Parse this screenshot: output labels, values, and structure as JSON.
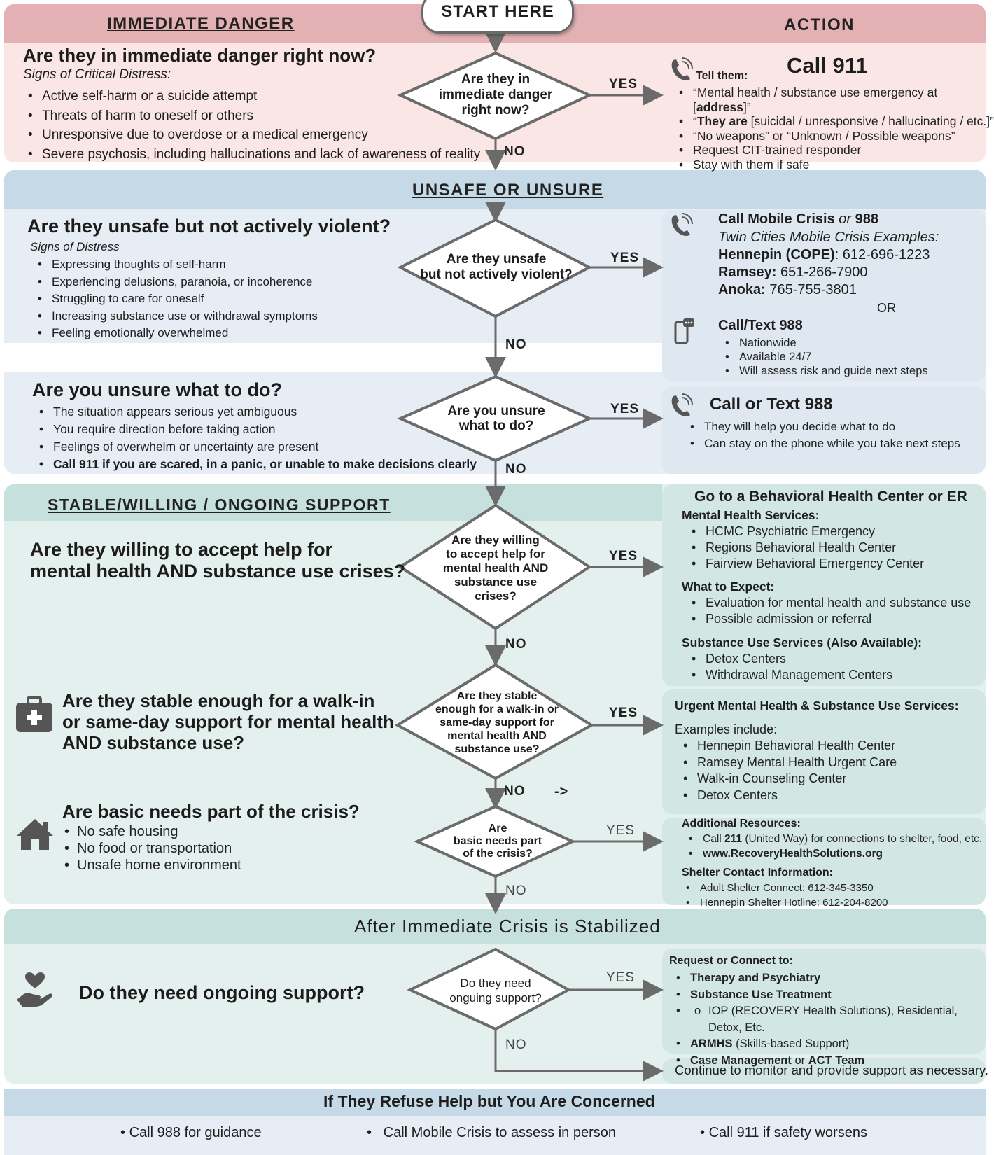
{
  "start_label": "START HERE",
  "connector_labels": {
    "yes": "YES",
    "no": "NO",
    "arrow_note": "->"
  },
  "section1": {
    "header_left": "IMMEDIATE DANGER",
    "header_right": "ACTION",
    "question": "Are they in immediate danger right now?",
    "subtitle": "Signs of Critical Distress:",
    "signs": [
      "Active self-harm or a suicide attempt",
      "Threats of harm to oneself or others",
      "Unresponsive due to overdose or a medical emergency",
      "Severe psychosis, including hallucinations and lack of awareness of reality"
    ],
    "diamond": [
      "Are they in",
      "immediate danger",
      "right now?"
    ],
    "action_title": "Call 911",
    "tell_them": "Tell them:",
    "action_items": [
      {
        "pre": "“Mental health / substance use emergency at [",
        "bold": "address",
        "post": "]”"
      },
      {
        "pre": "“",
        "bold": "They are",
        "post": " [suicidal / unresponsive / hallucinating / etc.]”"
      },
      {
        "pre": "“No weapons” or “Unknown / Possible weapons”",
        "bold": "",
        "post": ""
      },
      {
        "pre": "Request CIT-trained responder",
        "bold": "",
        "post": ""
      },
      {
        "pre": "Stay with them if safe",
        "bold": "",
        "post": ""
      }
    ]
  },
  "section2": {
    "header": "UNSAFE OR UNSURE",
    "q1": {
      "question": "Are they unsafe but not actively violent?",
      "subtitle": "Signs of Distress",
      "signs": [
        "Expressing thoughts of self-harm",
        "Experiencing delusions, paranoia, or incoherence",
        "Struggling to care for oneself",
        "Increasing substance use or withdrawal symptoms",
        "Feeling emotionally overwhelmed"
      ],
      "diamond": [
        "Are they unsafe",
        "but not actively violent?"
      ]
    },
    "mobile_crisis": {
      "title_a": "Call Mobile Crisis ",
      "title_or": "or",
      "title_b": " 988",
      "examples": "Twin Cities Mobile Crisis Examples:",
      "counties": [
        {
          "name": "Hennepin (COPE)",
          "phone": "612-696-1223"
        },
        {
          "name": "Ramsey:",
          "phone": "651-266-7900"
        },
        {
          "name": "Anoka:",
          "phone": "765-755-3801"
        }
      ],
      "or_label": "OR",
      "text_title": "Call/Text 988",
      "text_items": [
        "Nationwide",
        "Available 24/7",
        "Will assess risk and guide next steps"
      ]
    },
    "q2": {
      "question": "Are you unsure what to do?",
      "signs": [
        "The situation appears serious yet ambiguous",
        "You require direction before taking action",
        "Feelings of overwhelm or uncertainty are present"
      ],
      "bold_sign": "Call 911 if you are scared, in a panic, or unable to make decisions clearly",
      "diamond": [
        "Are you unsure",
        "what to do?"
      ],
      "action_title": "Call or Text 988",
      "action_items": [
        "They will help you decide what to do",
        "Can stay on the phone while you take next steps"
      ]
    }
  },
  "section3": {
    "header": "STABLE/WILLING / ONGOING SUPPORT",
    "q1": {
      "question_lines": [
        "Are they willing to accept help for",
        "mental health AND substance use crises?"
      ],
      "diamond": [
        "Are they willing",
        "to accept help for",
        "mental health AND",
        "substance use",
        "crises?"
      ],
      "panel_title": "Go to a Behavioral Health Center or ER",
      "mh_title": "Mental Health Services:",
      "mh_items": [
        "HCMC Psychiatric Emergency",
        "Regions Behavioral Health Center",
        "Fairview Behavioral Emergency Center"
      ],
      "expect_title": "What to Expect:",
      "expect_items": [
        "Evaluation for mental health and substance use",
        "Possible admission or referral"
      ],
      "su_title": "Substance Use Services (Also Available):",
      "su_items": [
        "Detox Centers",
        "Withdrawal Management Centers"
      ]
    },
    "q2": {
      "question_lines": [
        "Are they stable enough for a walk-in",
        "or same-day support for mental health",
        "AND substance use?"
      ],
      "diamond": [
        "Are they stable",
        "enough for a walk-in or",
        "same-day support for",
        "mental health AND",
        "substance use?"
      ],
      "panel_title": "Urgent Mental Health & Substance Use Services:",
      "examples": "Examples include:",
      "items": [
        "Hennepin Behavioral Health Center",
        "Ramsey Mental Health Urgent Care",
        "Walk-in Counseling Center",
        "Detox Centers"
      ]
    },
    "q3": {
      "question": "Are basic needs part of the crisis?",
      "items": [
        "No safe housing",
        "No food or transportation",
        "Unsafe home environment"
      ],
      "diamond": [
        "Are",
        "basic needs part",
        "of the crisis?"
      ],
      "res_title": "Additional Resources:",
      "res_items": [
        {
          "pre": "Call ",
          "bold": "211",
          "post": " (United Way) for connections to shelter, food, etc."
        },
        {
          "pre": "",
          "bold": "www.RecoveryHealthSolutions.org",
          "post": ""
        }
      ],
      "shelter_title": "Shelter Contact Information:",
      "shelter_items": [
        "Adult Shelter Connect: 612-345-3350",
        "Hennepin Shelter Hotline: 612-204-8200"
      ]
    }
  },
  "section4": {
    "header": "After Immediate Crisis is Stabilized",
    "question": "Do they need ongoing support?",
    "diamond": [
      "Do they need",
      "onguing support?"
    ],
    "request_title": "Request or Connect to:",
    "therapy": "Therapy and Psychiatry",
    "sut": "Substance Use Treatment",
    "sut_sub": "IOP (RECOVERY Health Solutions), Residential, Detox, Etc.",
    "armhs_bold": "ARMHS",
    "armhs_rest": " (Skills-based Support)",
    "cm_bold_a": "Case Management",
    "cm_or": " or ",
    "cm_bold_b": "ACT Team",
    "continue": "Continue to monitor and provide support as necessary."
  },
  "refuse": {
    "header": "If They Refuse Help but You Are Concerned",
    "items": [
      "Call 988 for guidance",
      "Call Mobile Crisis to assess in person",
      "Call 911 if safety worsens"
    ]
  },
  "colors": {
    "danger_header": "#e3b1b4",
    "danger_body": "#fbe6e6",
    "unsure_header": "#c5d9e6",
    "unsure_body": "#e6edf5",
    "stable_header": "#c6e0dd",
    "stable_body": "#e3f0ee",
    "line": "#6b6b6b",
    "icon": "#555555"
  },
  "icons": [
    "phone-icon",
    "phone-message-icon",
    "first-aid-kit-icon",
    "house-icon",
    "heart-hand-icon"
  ]
}
